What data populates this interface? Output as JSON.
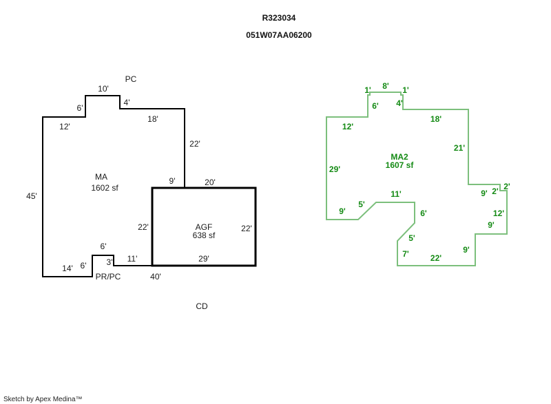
{
  "header": {
    "account_id": "R323034",
    "map_tax_lot": "051W07AA06200"
  },
  "footer": {
    "credit": "Sketch by Apex Medina™"
  },
  "sketch_left": {
    "outline_color": "#000000",
    "areas": [
      {
        "code": "MA",
        "area": "1602 sf"
      },
      {
        "code": "AGF",
        "area": "638 sf"
      }
    ],
    "labels": {
      "pc": "PC",
      "prpc": "PR/PC",
      "cd": "CD"
    },
    "dimensions": {
      "d10": "10'",
      "d6_top": "6'",
      "d4": "4'",
      "d12": "12'",
      "d18": "18'",
      "d22_right": "22'",
      "d45": "45'",
      "d9": "9'",
      "d20": "20'",
      "d22_inner": "22'",
      "d22_agf": "22'",
      "d29": "29'",
      "d6_bottom": "6'",
      "d6_left": "6'",
      "d3": "3'",
      "d11": "11'",
      "d14": "14'",
      "d40": "40'"
    }
  },
  "sketch_right": {
    "outline_color": "#7cbf7c",
    "label_color": "#148a14",
    "area": {
      "code": "MA2",
      "area": "1607 sf"
    },
    "dimensions": {
      "d1_left": "1'",
      "d8": "8'",
      "d1_right": "1'",
      "d6": "6'",
      "d4": "4'",
      "d12": "12'",
      "d18": "18'",
      "d21": "21'",
      "d29": "29'",
      "d9_top_right": "9'",
      "d2_inner": "2'",
      "d2_outer": "2'",
      "d11": "11'",
      "d5_upper": "5'",
      "d9_left": "9'",
      "d6_mid": "6'",
      "d12_right": "12'",
      "d9_right": "9'",
      "d5_lower": "5'",
      "d7": "7'",
      "d22": "22'",
      "d9_bottom": "9'"
    }
  }
}
